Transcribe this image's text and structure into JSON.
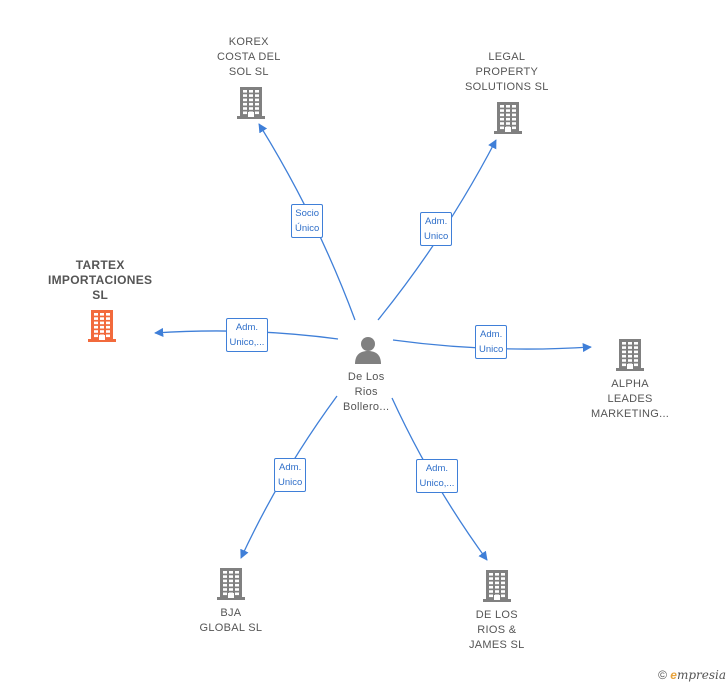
{
  "center": {
    "label_lines": [
      "De Los",
      "Rios",
      "Bollero..."
    ]
  },
  "nodes": [
    {
      "id": "korex",
      "label_lines": [
        "KOREX",
        "COSTA DEL",
        "SOL  SL"
      ],
      "color": "#808080",
      "primary": false
    },
    {
      "id": "legal",
      "label_lines": [
        "LEGAL",
        "PROPERTY",
        "SOLUTIONS SL"
      ],
      "color": "#808080",
      "primary": false
    },
    {
      "id": "tartex",
      "label_lines": [
        "TARTEX",
        "IMPORTACIONES",
        "SL"
      ],
      "color": "#f26a3c",
      "primary": true
    },
    {
      "id": "alpha",
      "label_lines": [
        "ALPHA",
        "LEADES",
        "MARKETING..."
      ],
      "color": "#808080",
      "primary": false
    },
    {
      "id": "bja",
      "label_lines": [
        "BJA",
        "GLOBAL  SL"
      ],
      "color": "#808080",
      "primary": false
    },
    {
      "id": "delosrios",
      "label_lines": [
        "DE LOS",
        "RIOS &",
        "JAMES  SL"
      ],
      "color": "#808080",
      "primary": false
    }
  ],
  "edges": [
    {
      "to": "korex",
      "label_lines": [
        "Socio",
        "Único"
      ]
    },
    {
      "to": "legal",
      "label_lines": [
        "Adm.",
        "Unico"
      ]
    },
    {
      "to": "tartex",
      "label_lines": [
        "Adm.",
        "Unico,..."
      ]
    },
    {
      "to": "alpha",
      "label_lines": [
        "Adm.",
        "Unico"
      ]
    },
    {
      "to": "bja",
      "label_lines": [
        "Adm.",
        "Unico"
      ]
    },
    {
      "to": "delosrios",
      "label_lines": [
        "Adm.",
        "Unico,..."
      ]
    }
  ],
  "colors": {
    "edge": "#3f7fd8",
    "person": "#808080"
  },
  "footer": {
    "copyright": "©",
    "brand_initial": "e",
    "brand_rest": "mpresia"
  }
}
